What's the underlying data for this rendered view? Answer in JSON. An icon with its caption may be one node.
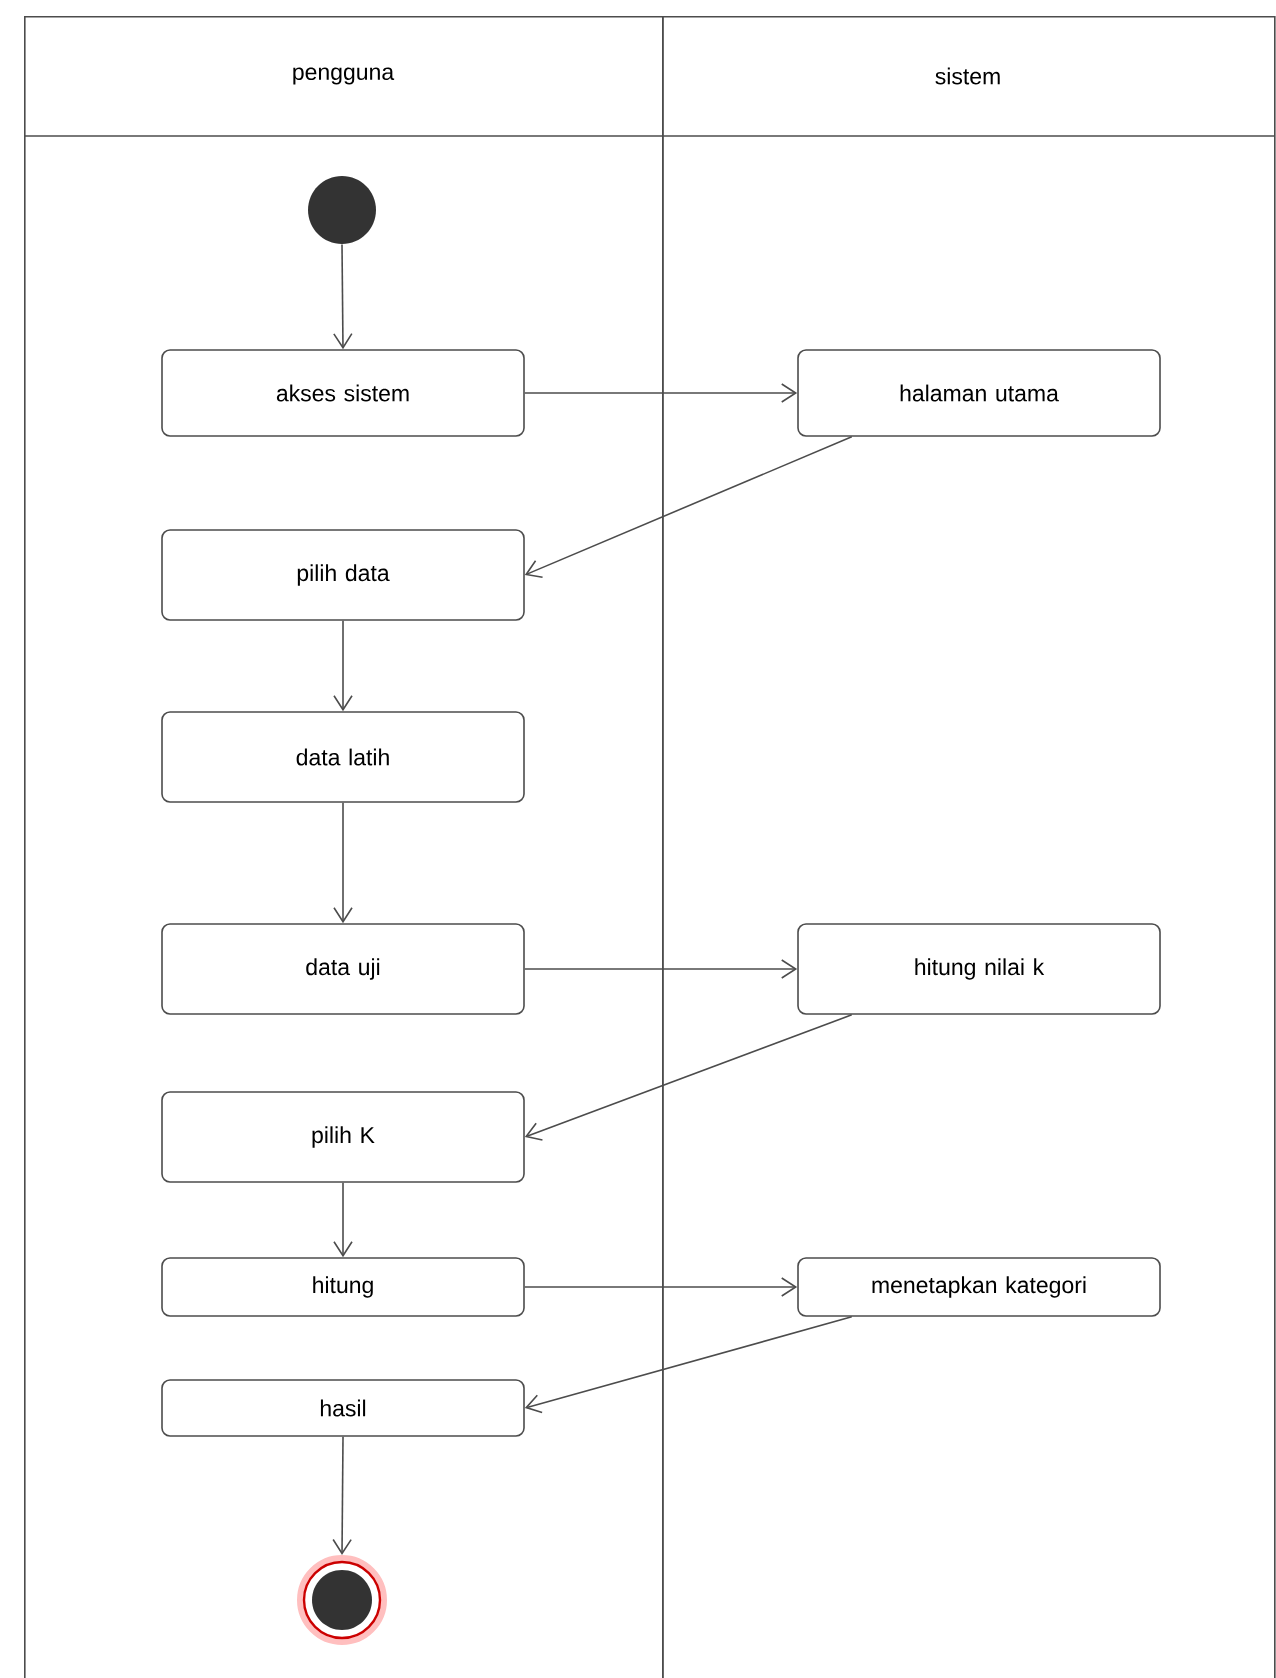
{
  "diagram": {
    "nodes": [
      {
        "text": [
          "pengguna"
        ]
      },
      {
        "text": [
          "sistem"
        ]
      },
      {
        "text": [],
        "shape": "circle",
        "in": 0
      },
      {
        "text": [
          "akses sistem"
        ],
        "in": 0
      },
      {
        "text": [
          "halaman utama"
        ],
        "in": 1
      },
      {
        "text": [
          "pilih data"
        ],
        "in": 0
      },
      {
        "text": [
          "data latih"
        ],
        "in": 0
      },
      {
        "text": [
          "data uji"
        ],
        "in": 0
      },
      {
        "text": [
          "hitung nilai k"
        ],
        "in": 1
      },
      {
        "text": [
          "pilih K"
        ],
        "in": 0
      },
      {
        "text": [
          "hitung"
        ],
        "in": 0
      },
      {
        "text": [
          "menetapkan kategori"
        ],
        "in": 1
      },
      {
        "text": [
          "hasil"
        ],
        "in": 0
      },
      {
        "text": [],
        "shape": "circle",
        "in": 0
      }
    ],
    "edges": [
      {
        "from": 2,
        "to": 3,
        "arrow": "to"
      },
      {
        "from": 3,
        "to": 4,
        "arrow": "to"
      },
      {
        "from": 4,
        "to": 5,
        "arrow": "to"
      },
      {
        "from": 5,
        "to": 6,
        "arrow": "to"
      },
      {
        "from": 6,
        "to": 7,
        "arrow": "to"
      },
      {
        "from": 7,
        "to": 8,
        "arrow": "to"
      },
      {
        "from": 8,
        "to": 9,
        "arrow": "to"
      },
      {
        "from": 9,
        "to": 10,
        "arrow": "to"
      },
      {
        "from": 10,
        "to": 11,
        "arrow": "to"
      },
      {
        "from": 11,
        "to": 12,
        "arrow": "to"
      },
      {
        "from": 12,
        "to": 13,
        "arrow": "to"
      }
    ]
  }
}
